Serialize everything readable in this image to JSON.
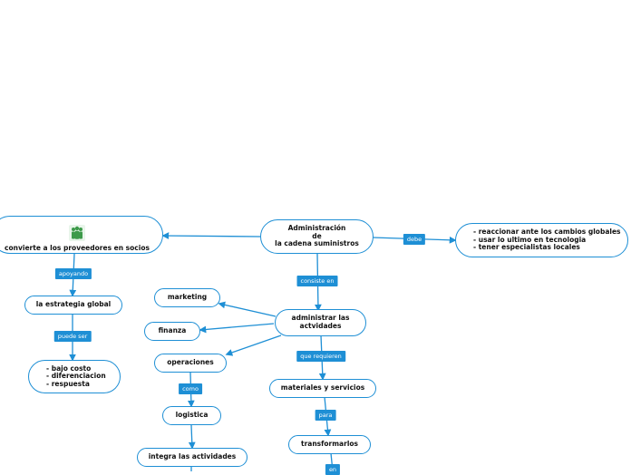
{
  "colors": {
    "accent": "#1e8fd5",
    "node_border": "#1e8fd5",
    "text": "#111111"
  },
  "nodes": {
    "root": "Administración\n        de\nla cadena suministros",
    "socios": "convierte a los proveedores en socios",
    "socios_icon": "people-group-icon",
    "estrategia": "la estrategia global",
    "bajo_costo": "- bajo costo\n- diferenciacion\n- respuesta",
    "cambios": "- reaccionar ante los cambios globales\n- usar lo ultimo en tecnologia\n- tener especialistas locales",
    "administrar": "administrar las\nactvidades",
    "marketing": "marketing",
    "finanza": "finanza",
    "operaciones": "operaciones",
    "logistica": "logistica",
    "integra": "integra las actividades",
    "materiales": "materiales y servicios",
    "transformarlos": "transformarlos"
  },
  "labels": {
    "debe": "debe",
    "apoyando": "apoyando",
    "puede_ser": "puede ser",
    "consiste_en": "consiste en",
    "que_requieren": "que requieren",
    "como": "como",
    "para": "para",
    "en": "en"
  }
}
